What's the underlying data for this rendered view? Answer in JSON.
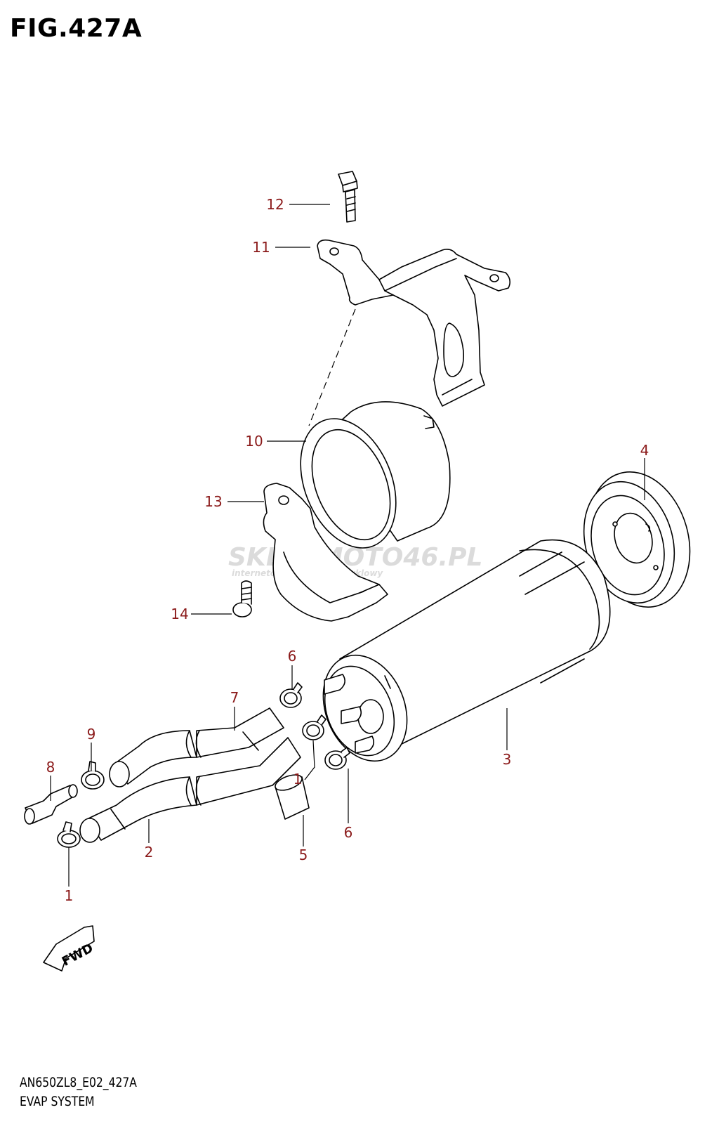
{
  "figure": {
    "title": "FIG.427A",
    "model_code": "AN650ZL8_E02_427A",
    "section_name": "EVAP SYSTEM"
  },
  "callouts": {
    "c1a": "1",
    "c1b": "1",
    "c2": "2",
    "c3": "3",
    "c4": "4",
    "c5": "5",
    "c6a": "6",
    "c6b": "6",
    "c7": "7",
    "c8": "8",
    "c9": "9",
    "c10": "10",
    "c11": "11",
    "c12": "12",
    "c13": "13",
    "c14": "14"
  },
  "fwd_label": "FWD",
  "watermark": {
    "brand": "SKLEPMOTO46.PL",
    "tagline": "internetowy sklep motocyklowy"
  },
  "colors": {
    "callout": "#8b1a1a",
    "line": "#000000"
  }
}
